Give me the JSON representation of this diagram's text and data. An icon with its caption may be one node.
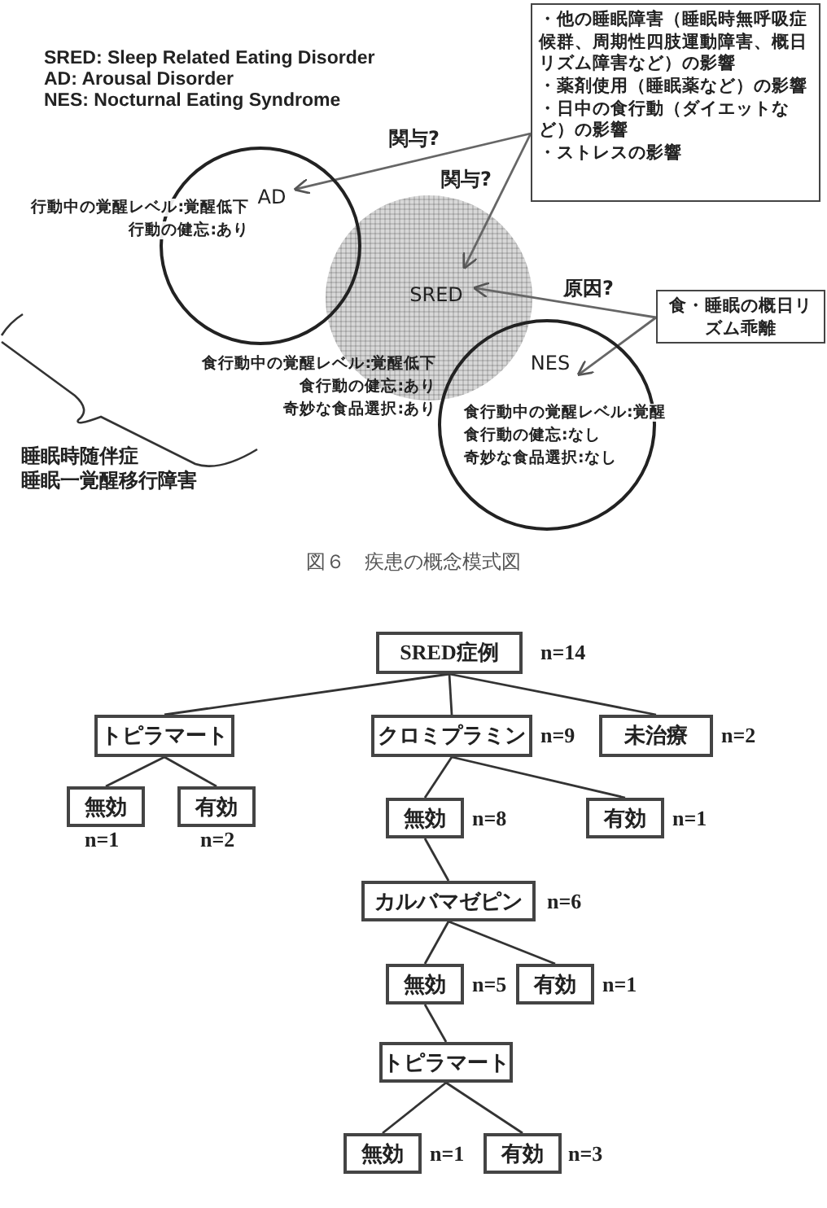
{
  "diagram": {
    "caption": "図６　疾患の概念模式図",
    "nodes": [
      {
        "text": [
          "・他の睡眠障害（睡眠時無呼吸症候群、周期性四肢運動障害、概日リズム障害など）の影響",
          "・薬剤使用（睡眠薬など）の影響",
          "・日中の食行動（ダイエットなど）の影響",
          "・ストレスの影響"
        ]
      },
      {
        "text": [
          "AD",
          "行動中の覚醒レベル:覚醒低下",
          "行動の健忘:あり"
        ]
      },
      {
        "text": [
          "SRED",
          "食行動中の覚醒レベル:覚醒低下",
          "食行動の健忘:あり",
          "奇妙な食品選択:あり"
        ]
      },
      {
        "text": [
          "食・睡眠の概日リズム乖離"
        ]
      },
      {
        "text": [
          "NES",
          "食行動中の覚醒レベル:覚醒",
          "食行動の健忘:なし",
          "奇妙な食品選択:なし"
        ]
      },
      {
        "text": [
          "SRED症例"
        ],
        "beside": [
          "n=14"
        ]
      },
      {
        "text": [
          "トピラマート"
        ]
      },
      {
        "text": [
          "クロミプラミン"
        ],
        "beside": [
          "n=9"
        ]
      },
      {
        "text": [
          "未治療"
        ],
        "beside": [
          "n=2"
        ]
      },
      {
        "text": [
          "無効"
        ],
        "beside": [
          "n=1"
        ]
      },
      {
        "text": [
          "有効"
        ],
        "beside": [
          "n=2"
        ]
      },
      {
        "text": [
          "無効"
        ],
        "beside": [
          "n=8"
        ]
      },
      {
        "text": [
          "有効"
        ],
        "beside": [
          "n=1"
        ]
      },
      {
        "text": [
          "カルバマゼピン"
        ],
        "beside": [
          "n=6"
        ]
      },
      {
        "text": [
          "無効"
        ],
        "beside": [
          "n=5"
        ]
      },
      {
        "text": [
          "有効"
        ],
        "beside": [
          "n=1"
        ]
      },
      {
        "text": [
          "トピラマート"
        ]
      },
      {
        "text": [
          "無効"
        ],
        "beside": [
          "n=1"
        ]
      },
      {
        "text": [
          "有効"
        ],
        "beside": [
          "n=3"
        ]
      }
    ],
    "edges": [
      {
        "from": 0,
        "to": 1,
        "arrow": "to",
        "label": "関与?"
      },
      {
        "from": 0,
        "to": 2,
        "arrow": "to",
        "label": "関与?"
      },
      {
        "from": 3,
        "to": 2,
        "arrow": "to",
        "label": "原因?"
      },
      {
        "from": 3,
        "to": 4,
        "arrow": "to"
      },
      {
        "from": 5,
        "to": 6,
        "arrow": "none"
      },
      {
        "from": 5,
        "to": 7,
        "arrow": "none"
      },
      {
        "from": 5,
        "to": 8,
        "arrow": "none"
      },
      {
        "from": 6,
        "to": 9,
        "arrow": "none"
      },
      {
        "from": 6,
        "to": 10,
        "arrow": "none"
      },
      {
        "from": 7,
        "to": 11,
        "arrow": "none"
      },
      {
        "from": 7,
        "to": 12,
        "arrow": "none"
      },
      {
        "from": 11,
        "to": 13,
        "arrow": "none"
      },
      {
        "from": 13,
        "to": 14,
        "arrow": "none"
      },
      {
        "from": 13,
        "to": 15,
        "arrow": "none"
      },
      {
        "from": 14,
        "to": 16,
        "arrow": "none"
      },
      {
        "from": 16,
        "to": 17,
        "arrow": "none"
      },
      {
        "from": 16,
        "to": 18,
        "arrow": "none"
      }
    ],
    "labels": [
      "SRED: Sleep Related Eating Disorder",
      "AD: Arousal Disorder",
      "NES: Nocturnal Eating Syndrome",
      "睡眠時随伴症",
      "睡眠一覚醒移行障害"
    ]
  }
}
